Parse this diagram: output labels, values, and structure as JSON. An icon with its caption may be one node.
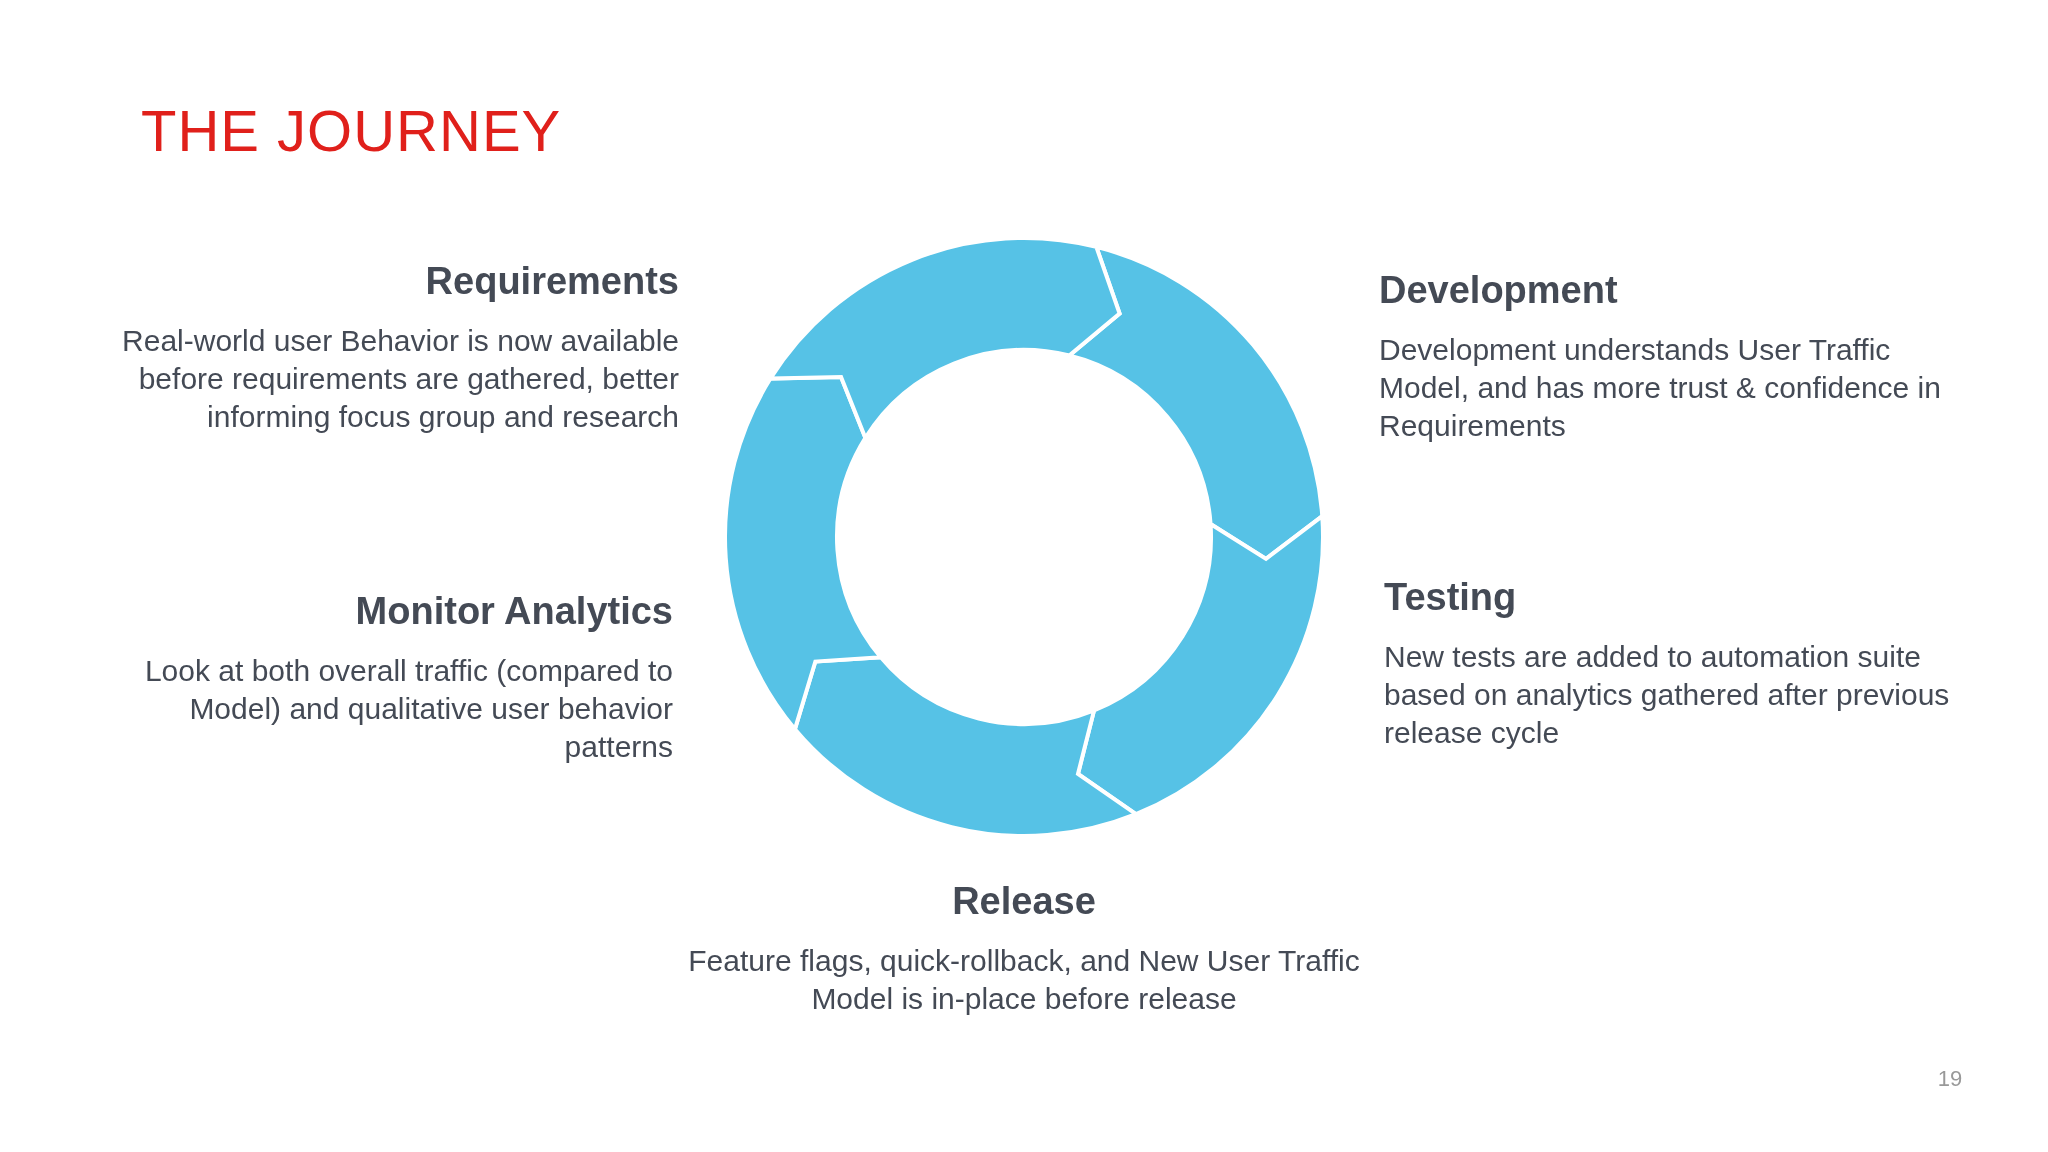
{
  "diagram": {
    "title": "THE JOURNEY",
    "labels": [
      "Requirements",
      "Real-world user Behavior is now available before requirements are gathered, better informing focus group and research",
      "Development",
      "Development understands User Traffic Model, and has more trust & confidence in Requirements",
      "Monitor Analytics",
      "Look at both overall traffic (compared to Model) and qualitative user behavior patterns",
      "Testing",
      "New tests are added to automation suite based on analytics gathered after previous release cycle",
      "Release",
      "Feature flags, quick-rollback, and New User Traffic Model is in-place before release",
      "19"
    ]
  }
}
